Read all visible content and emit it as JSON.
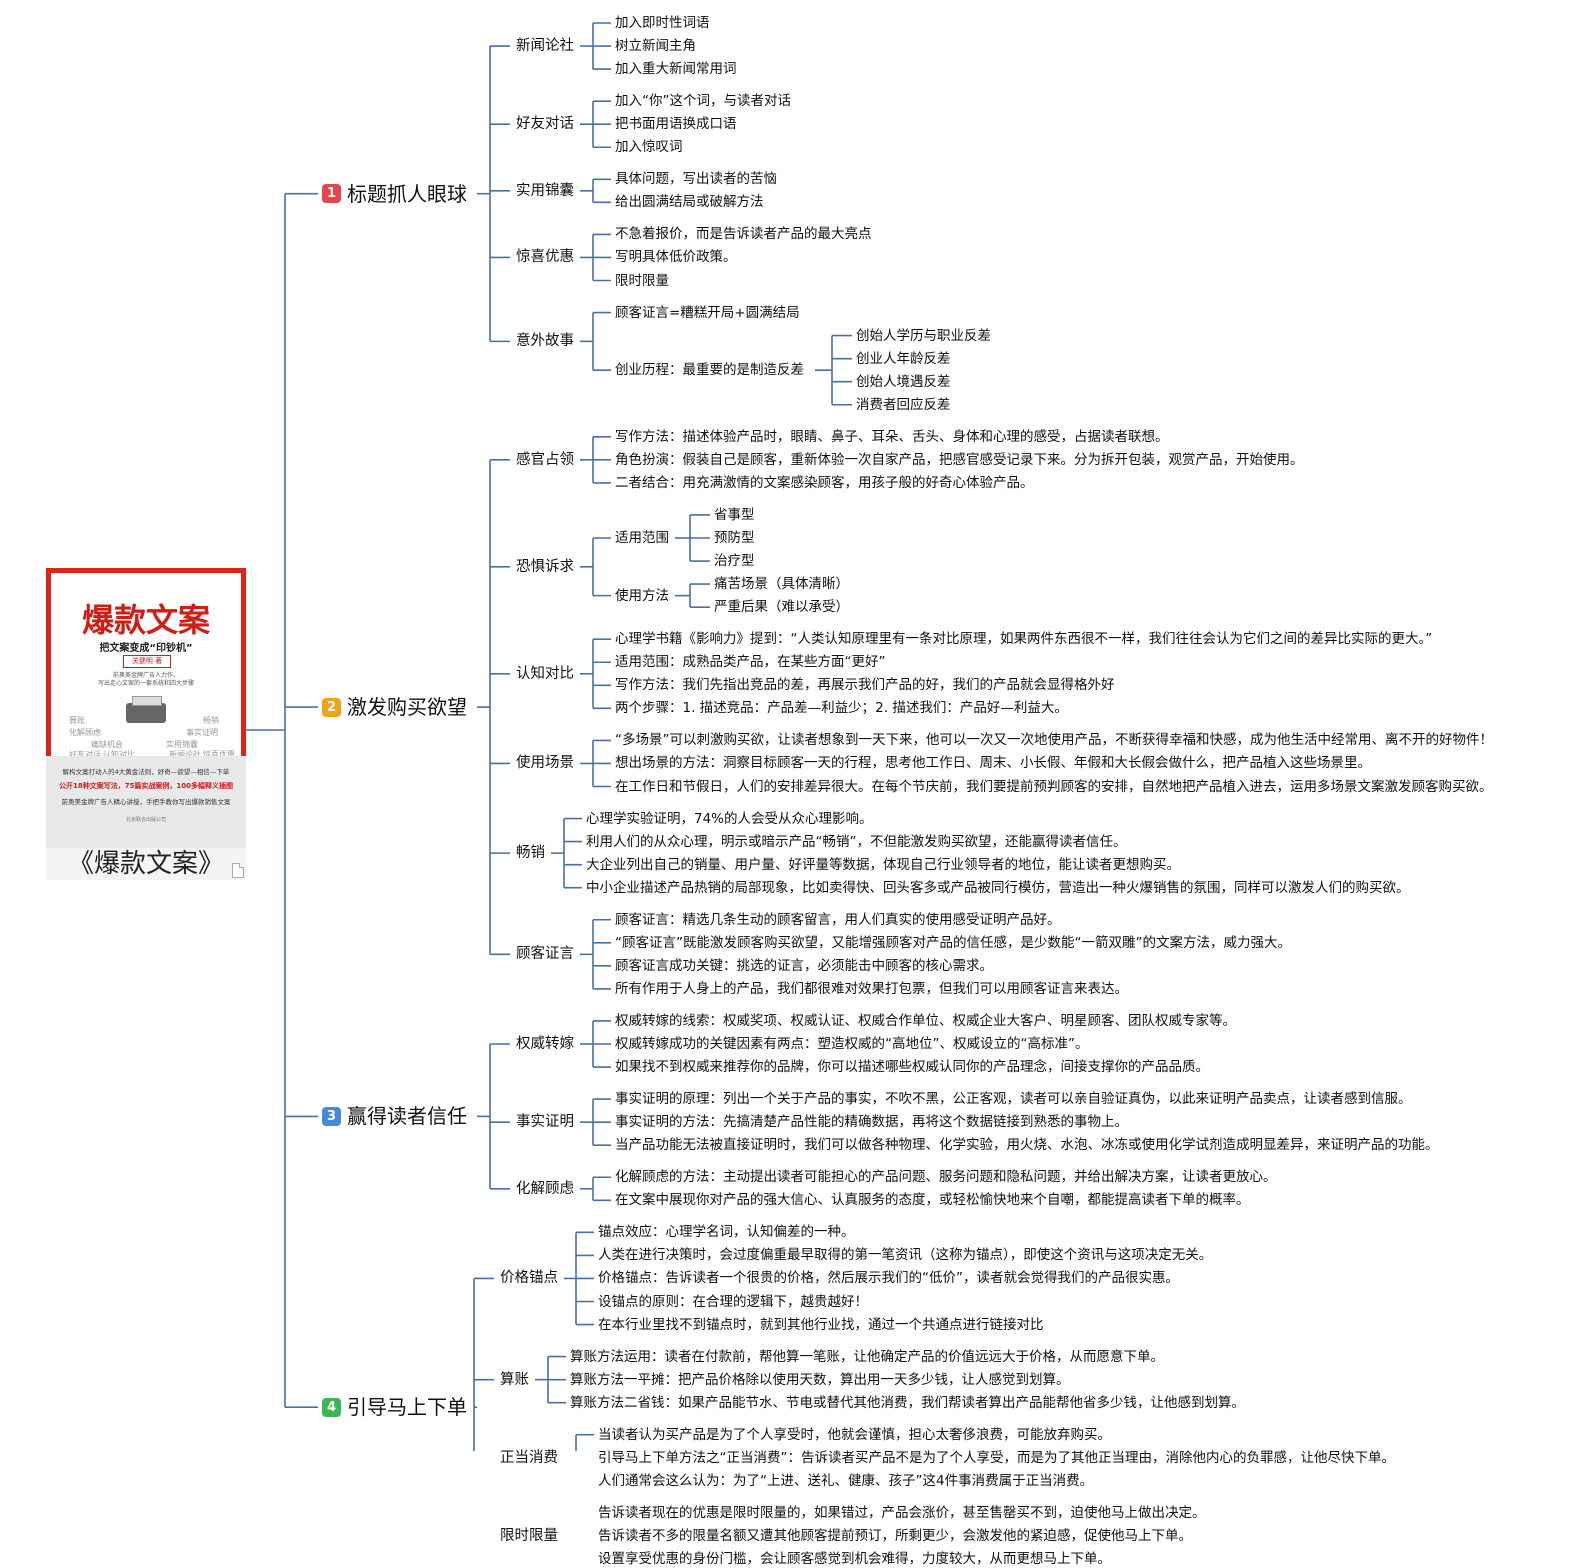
{
  "book": {
    "title": "爆款文案",
    "subtitle": "把文案变成“印钞机”",
    "tag": "关健明 著",
    "desc1": "前奥美金牌广告人力作。",
    "desc2": "写出走心文案的一套系统和四大步骤",
    "cover_words": [
      "算账",
      "畅销",
      "化解顾虑",
      "事实证明",
      "痛缺机会",
      "实用锦囊",
      "好友对话",
      "认知对比",
      "新闻论社",
      "惊喜优惠"
    ],
    "blurb1": "解构文案打动人的4大黄金法则，好奇—欲望—相信—下单",
    "blurb2": "公开18种文案写法，75篇实战案例，100多幅释义插图",
    "blurb3": "前奥美金牌广告人精心讲授，手把手教你写出爆款销售文案",
    "publisher": "北京联合出版公司",
    "label": "《爆款文案》"
  },
  "colors": {
    "line": "#4a6fa5",
    "badge1": "#e8454b",
    "badge2": "#f0a21a",
    "badge3": "#4a86e0",
    "badge4": "#3fb653"
  },
  "branches": [
    {
      "num": "1",
      "label": "标题抓人眼球",
      "children": [
        {
          "label": "新闻论社",
          "leaves": [
            "加入即时性词语",
            "树立新闻主角",
            "加入重大新闻常用词"
          ]
        },
        {
          "label": "好友对话",
          "leaves": [
            "加入“你”这个词，与读者对话",
            "把书面用语换成口语",
            "加入惊叹词"
          ]
        },
        {
          "label": "实用锦囊",
          "leaves": [
            "具体问题，写出读者的苦恼",
            "给出圆满结局或破解方法"
          ]
        },
        {
          "label": "惊喜优惠",
          "leaves": [
            "不急着报价，而是告诉读者产品的最大亮点",
            "写明具体低价政策。",
            "限时限量"
          ]
        },
        {
          "label": "意外故事",
          "leaves": [
            "顾客证言=糟糕开局+圆满结局"
          ],
          "mid": {
            "label": "创业历程：最重要的是制造反差",
            "leaves": [
              "创始人学历与职业反差",
              "创业人年龄反差",
              "创始人境遇反差",
              "消费者回应反差"
            ]
          }
        }
      ]
    },
    {
      "num": "2",
      "label": "激发购买欲望",
      "children": [
        {
          "label": "感官占领",
          "leaves": [
            "写作方法：描述体验产品时，眼睛、鼻子、耳朵、舌头、身体和心理的感受，占据读者联想。",
            "角色扮演：假装自己是顾客，重新体验一次自家产品，把感官感受记录下来。分为拆开包装，观赏产品，开始使用。",
            "二者结合：用充满激情的文案感染顾客，用孩子般的好奇心体验产品。"
          ]
        },
        {
          "label": "恐惧诉求",
          "groups": [
            {
              "label": "适用范围",
              "leaves": [
                "省事型",
                "预防型",
                "治疗型"
              ]
            },
            {
              "label": "使用方法",
              "leaves": [
                "痛苦场景（具体清晰）",
                "严重后果（难以承受）"
              ]
            }
          ]
        },
        {
          "label": "认知对比",
          "leaves": [
            "心理学书籍《影响力》提到：“人类认知原理里有一条对比原理，如果两件东西很不一样，我们往往会认为它们之间的差异比实际的更大。”",
            "适用范围：成熟品类产品，在某些方面“更好”",
            "写作方法：我们先指出竞品的差，再展示我们产品的好，我们的产品就会显得格外好",
            "两个步骤：1. 描述竞品：产品差—利益少；2. 描述我们：产品好—利益大。"
          ]
        },
        {
          "label": "使用场景",
          "leaves": [
            "“多场景”可以刺激购买欲，让读者想象到一天下来，他可以一次又一次地使用产品，不断获得幸福和快感，成为他生活中经常用、离不开的好物件！",
            "想出场景的方法：洞察目标顾客一天的行程，思考他工作日、周末、小长假、年假和大长假会做什么，把产品植入这些场景里。",
            "在工作日和节假日，人们的安排差异很大。在每个节庆前，我们要提前预判顾客的安排，自然地把产品植入进去，运用多场景文案激发顾客购买欲。"
          ]
        },
        {
          "label": "畅销",
          "leaves": [
            "心理学实验证明，74%的人会受从众心理影响。",
            "利用人们的从众心理，明示或暗示产品“畅销”，不但能激发购买欲望，还能赢得读者信任。",
            "大企业列出自己的销量、用户量、好评量等数据，体现自己行业领导者的地位，能让读者更想购买。",
            "中小企业描述产品热销的局部现象，比如卖得快、回头客多或产品被同行模仿，营造出一种火爆销售的氛围，同样可以激发人们的购买欲。"
          ]
        },
        {
          "label": "顾客证言",
          "leaves": [
            "顾客证言：精选几条生动的顾客留言，用人们真实的使用感受证明产品好。",
            "“顾客证言”既能激发顾客购买欲望，又能增强顾客对产品的信任感，是少数能“一箭双雕”的文案方法，威力强大。",
            "顾客证言成功关键：挑选的证言，必须能击中顾客的核心需求。",
            "所有作用于人身上的产品，我们都很难对效果打包票，但我们可以用顾客证言来表达。"
          ]
        }
      ]
    },
    {
      "num": "3",
      "label": "赢得读者信任",
      "children": [
        {
          "label": "权威转嫁",
          "leaves": [
            "权威转嫁的线索：权威奖项、权威认证、权威合作单位、权威企业大客户、明星顾客、团队权威专家等。",
            "权威转嫁成功的关键因素有两点：塑造权威的“高地位”、权威设立的“高标准”。",
            "如果找不到权威来推荐你的品牌，你可以描述哪些权威认同你的产品理念，间接支撑你的产品品质。"
          ]
        },
        {
          "label": "事实证明",
          "leaves": [
            "事实证明的原理：列出一个关于产品的事实，不吹不黑，公正客观，读者可以亲自验证真伪，以此来证明产品卖点，让读者感到信服。",
            "事实证明的方法：先搞清楚产品性能的精确数据，再将这个数据链接到熟悉的事物上。",
            "当产品功能无法被直接证明时，我们可以做各种物理、化学实验，用火烧、水泡、冰冻或使用化学试剂造成明显差异，来证明产品的功能。"
          ]
        },
        {
          "label": "化解顾虑",
          "leaves": [
            "化解顾虑的方法：主动提出读者可能担心的产品问题、服务问题和隐私问题，并给出解决方案，让读者更放心。",
            "在文案中展现你对产品的强大信心、认真服务的态度，或轻松愉快地来个自嘲，都能提高读者下单的概率。"
          ]
        }
      ]
    },
    {
      "num": "4",
      "label": "引导马上下单",
      "children": [
        {
          "label": "价格锚点",
          "leaves": [
            "锚点效应：心理学名词，认知偏差的一种。",
            "人类在进行决策时，会过度偏重最早取得的第一笔资讯（这称为锚点），即使这个资讯与这项决定无关。",
            "价格锚点：告诉读者一个很贵的价格，然后展示我们的“低价”，读者就会觉得我们的产品很实惠。",
            "设锚点的原则：在合理的逻辑下，越贵越好！",
            "在本行业里找不到锚点时，就到其他行业找，通过一个共通点进行链接对比"
          ]
        },
        {
          "label": "算账",
          "leaves": [
            "算账方法运用：读者在付款前，帮他算一笔账，让他确定产品的价值远远大于价格，从而愿意下单。",
            "算账方法一平摊：把产品价格除以使用天数，算出用一天多少钱，让人感觉到划算。",
            "算账方法二省钱：如果产品能节水、节电或替代其他消费，我们帮读者算出产品能帮他省多少钱，让他感到划算。"
          ]
        },
        {
          "label": "正当消费",
          "leaves": [
            "当读者认为买产品是为了个人享受时，他就会谨慎，担心太奢侈浪费，可能放弃购买。",
            "引导马上下单方法之“正当消费”：告诉读者买产品不是为了个人享受，而是为了其他正当理由，消除他内心的负罪感，让他尽快下单。",
            "人们通常会这么认为：为了“上进、送礼、健康、孩子”这4件事消费属于正当消费。"
          ]
        },
        {
          "label": "限时限量",
          "leaves": [
            "告诉读者现在的优惠是限时限量的，如果错过，产品会涨价，甚至售罄买不到，迫使他马上做出决定。",
            "告诉读者不多的限量名额又遭其他顾客提前预订，所剩更少，会激发他的紧迫感，促使他马上下单。",
            "设置享受优惠的身份门槛，会让顾客感觉到机会难得，力度较大，从而更想马上下单。"
          ]
        }
      ]
    }
  ]
}
